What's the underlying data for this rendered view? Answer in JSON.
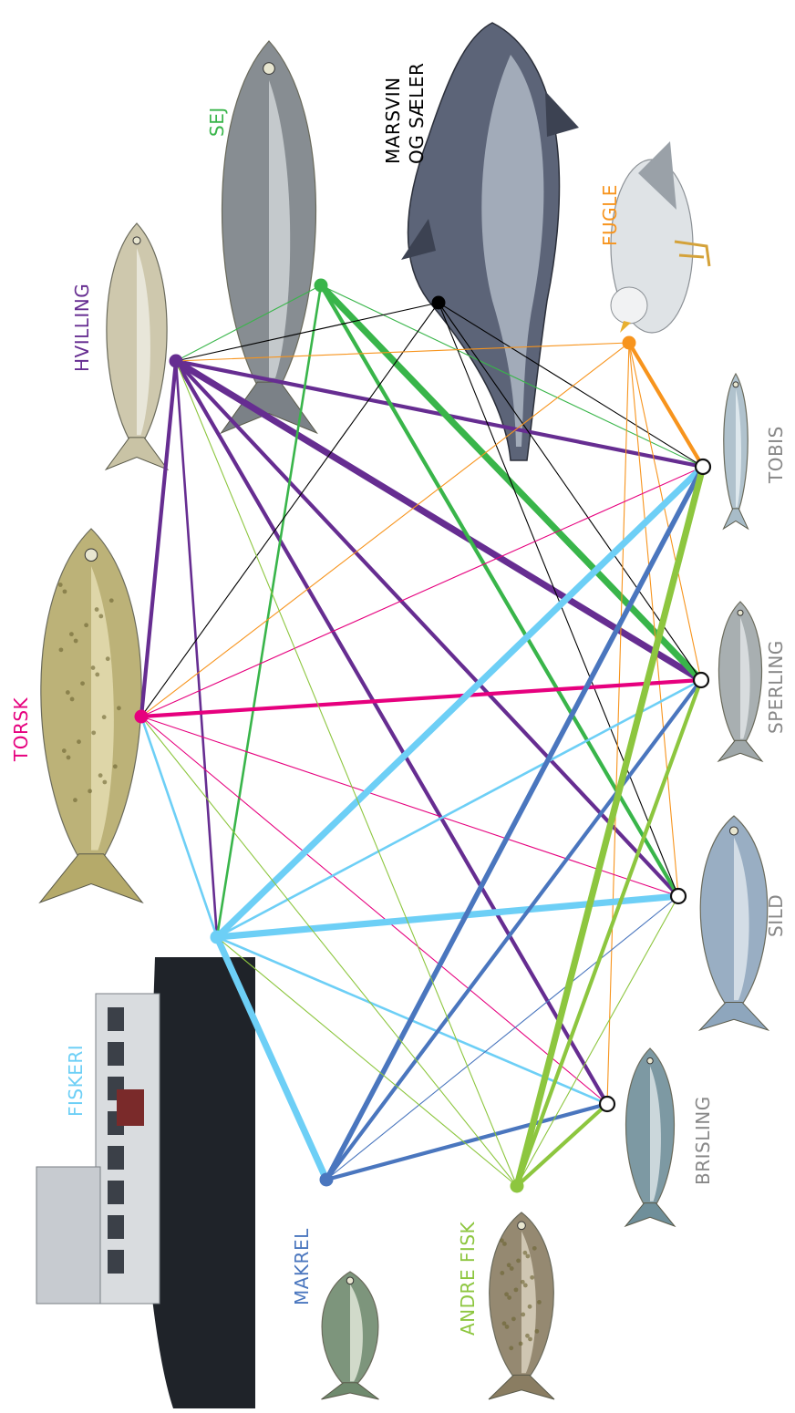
{
  "colors": {
    "torsk": "#e6007e",
    "hvilling": "#662d91",
    "sej": "#39b54a",
    "marsvin": "#000000",
    "fugle": "#f7941d",
    "fiskeri": "#6dcff6",
    "makrel": "#4a76be",
    "andre_fisk": "#8dc63f",
    "prey": "#888888"
  },
  "labels": {
    "torsk": "TORSK",
    "hvilling": "HVILLING",
    "sej": "SEJ",
    "marsvin_line1": "MARSVIN",
    "marsvin_line2": "OG SÆLER",
    "fugle": "FUGLE",
    "fiskeri": "FISKERI",
    "makrel": "MAKREL",
    "andre_fisk": "ANDRE FISK",
    "tobis": "TOBIS",
    "sperling": "SPERLING",
    "sild": "SILD",
    "brisling": "BRISLING"
  },
  "predators": [
    "torsk",
    "hvilling",
    "sej",
    "marsvin",
    "fugle",
    "fiskeri",
    "makrel",
    "andre_fisk"
  ],
  "prey": [
    "tobis",
    "sperling",
    "sild",
    "brisling"
  ],
  "links": [
    {
      "from": "hvilling",
      "to": "tobis",
      "weight": 3
    },
    {
      "from": "hvilling",
      "to": "sperling",
      "weight": 5
    },
    {
      "from": "hvilling",
      "to": "sild",
      "weight": 3
    },
    {
      "from": "hvilling",
      "to": "brisling",
      "weight": 3
    },
    {
      "from": "hvilling",
      "to": "torsk",
      "weight": 3
    },
    {
      "from": "hvilling",
      "to": "fiskeri",
      "weight": 2
    },
    {
      "from": "sej",
      "to": "tobis",
      "weight": 1
    },
    {
      "from": "sej",
      "to": "sperling",
      "weight": 5
    },
    {
      "from": "sej",
      "to": "sild",
      "weight": 3
    },
    {
      "from": "sej",
      "to": "hvilling",
      "weight": 1
    },
    {
      "from": "sej",
      "to": "fiskeri",
      "weight": 2
    },
    {
      "from": "marsvin",
      "to": "tobis",
      "weight": 1
    },
    {
      "from": "marsvin",
      "to": "sperling",
      "weight": 1
    },
    {
      "from": "marsvin",
      "to": "sild",
      "weight": 1
    },
    {
      "from": "marsvin",
      "to": "hvilling",
      "weight": 1
    },
    {
      "from": "marsvin",
      "to": "torsk",
      "weight": 1
    },
    {
      "from": "fugle",
      "to": "tobis",
      "weight": 3
    },
    {
      "from": "fugle",
      "to": "sperling",
      "weight": 1
    },
    {
      "from": "fugle",
      "to": "sild",
      "weight": 1
    },
    {
      "from": "fugle",
      "to": "brisling",
      "weight": 1
    },
    {
      "from": "fugle",
      "to": "hvilling",
      "weight": 1
    },
    {
      "from": "fugle",
      "to": "torsk",
      "weight": 1
    },
    {
      "from": "torsk",
      "to": "tobis",
      "weight": 1
    },
    {
      "from": "torsk",
      "to": "sperling",
      "weight": 3
    },
    {
      "from": "torsk",
      "to": "sild",
      "weight": 1
    },
    {
      "from": "torsk",
      "to": "brisling",
      "weight": 1
    },
    {
      "from": "fiskeri",
      "to": "tobis",
      "weight": 5
    },
    {
      "from": "fiskeri",
      "to": "sperling",
      "weight": 2
    },
    {
      "from": "fiskeri",
      "to": "sild",
      "weight": 5
    },
    {
      "from": "fiskeri",
      "to": "brisling",
      "weight": 2
    },
    {
      "from": "fiskeri",
      "to": "makrel",
      "weight": 5
    },
    {
      "from": "fiskeri",
      "to": "torsk",
      "weight": 2
    },
    {
      "from": "makrel",
      "to": "tobis",
      "weight": 4
    },
    {
      "from": "makrel",
      "to": "sperling",
      "weight": 3
    },
    {
      "from": "makrel",
      "to": "sild",
      "weight": 1
    },
    {
      "from": "makrel",
      "to": "brisling",
      "weight": 3
    },
    {
      "from": "andre_fisk",
      "to": "tobis",
      "weight": 5
    },
    {
      "from": "andre_fisk",
      "to": "sperling",
      "weight": 3
    },
    {
      "from": "andre_fisk",
      "to": "sild",
      "weight": 1
    },
    {
      "from": "andre_fisk",
      "to": "brisling",
      "weight": 3
    },
    {
      "from": "andre_fisk",
      "to": "hvilling",
      "weight": 1
    },
    {
      "from": "andre_fisk",
      "to": "torsk",
      "weight": 1
    },
    {
      "from": "andre_fisk",
      "to": "fiskeri",
      "weight": 1
    }
  ]
}
